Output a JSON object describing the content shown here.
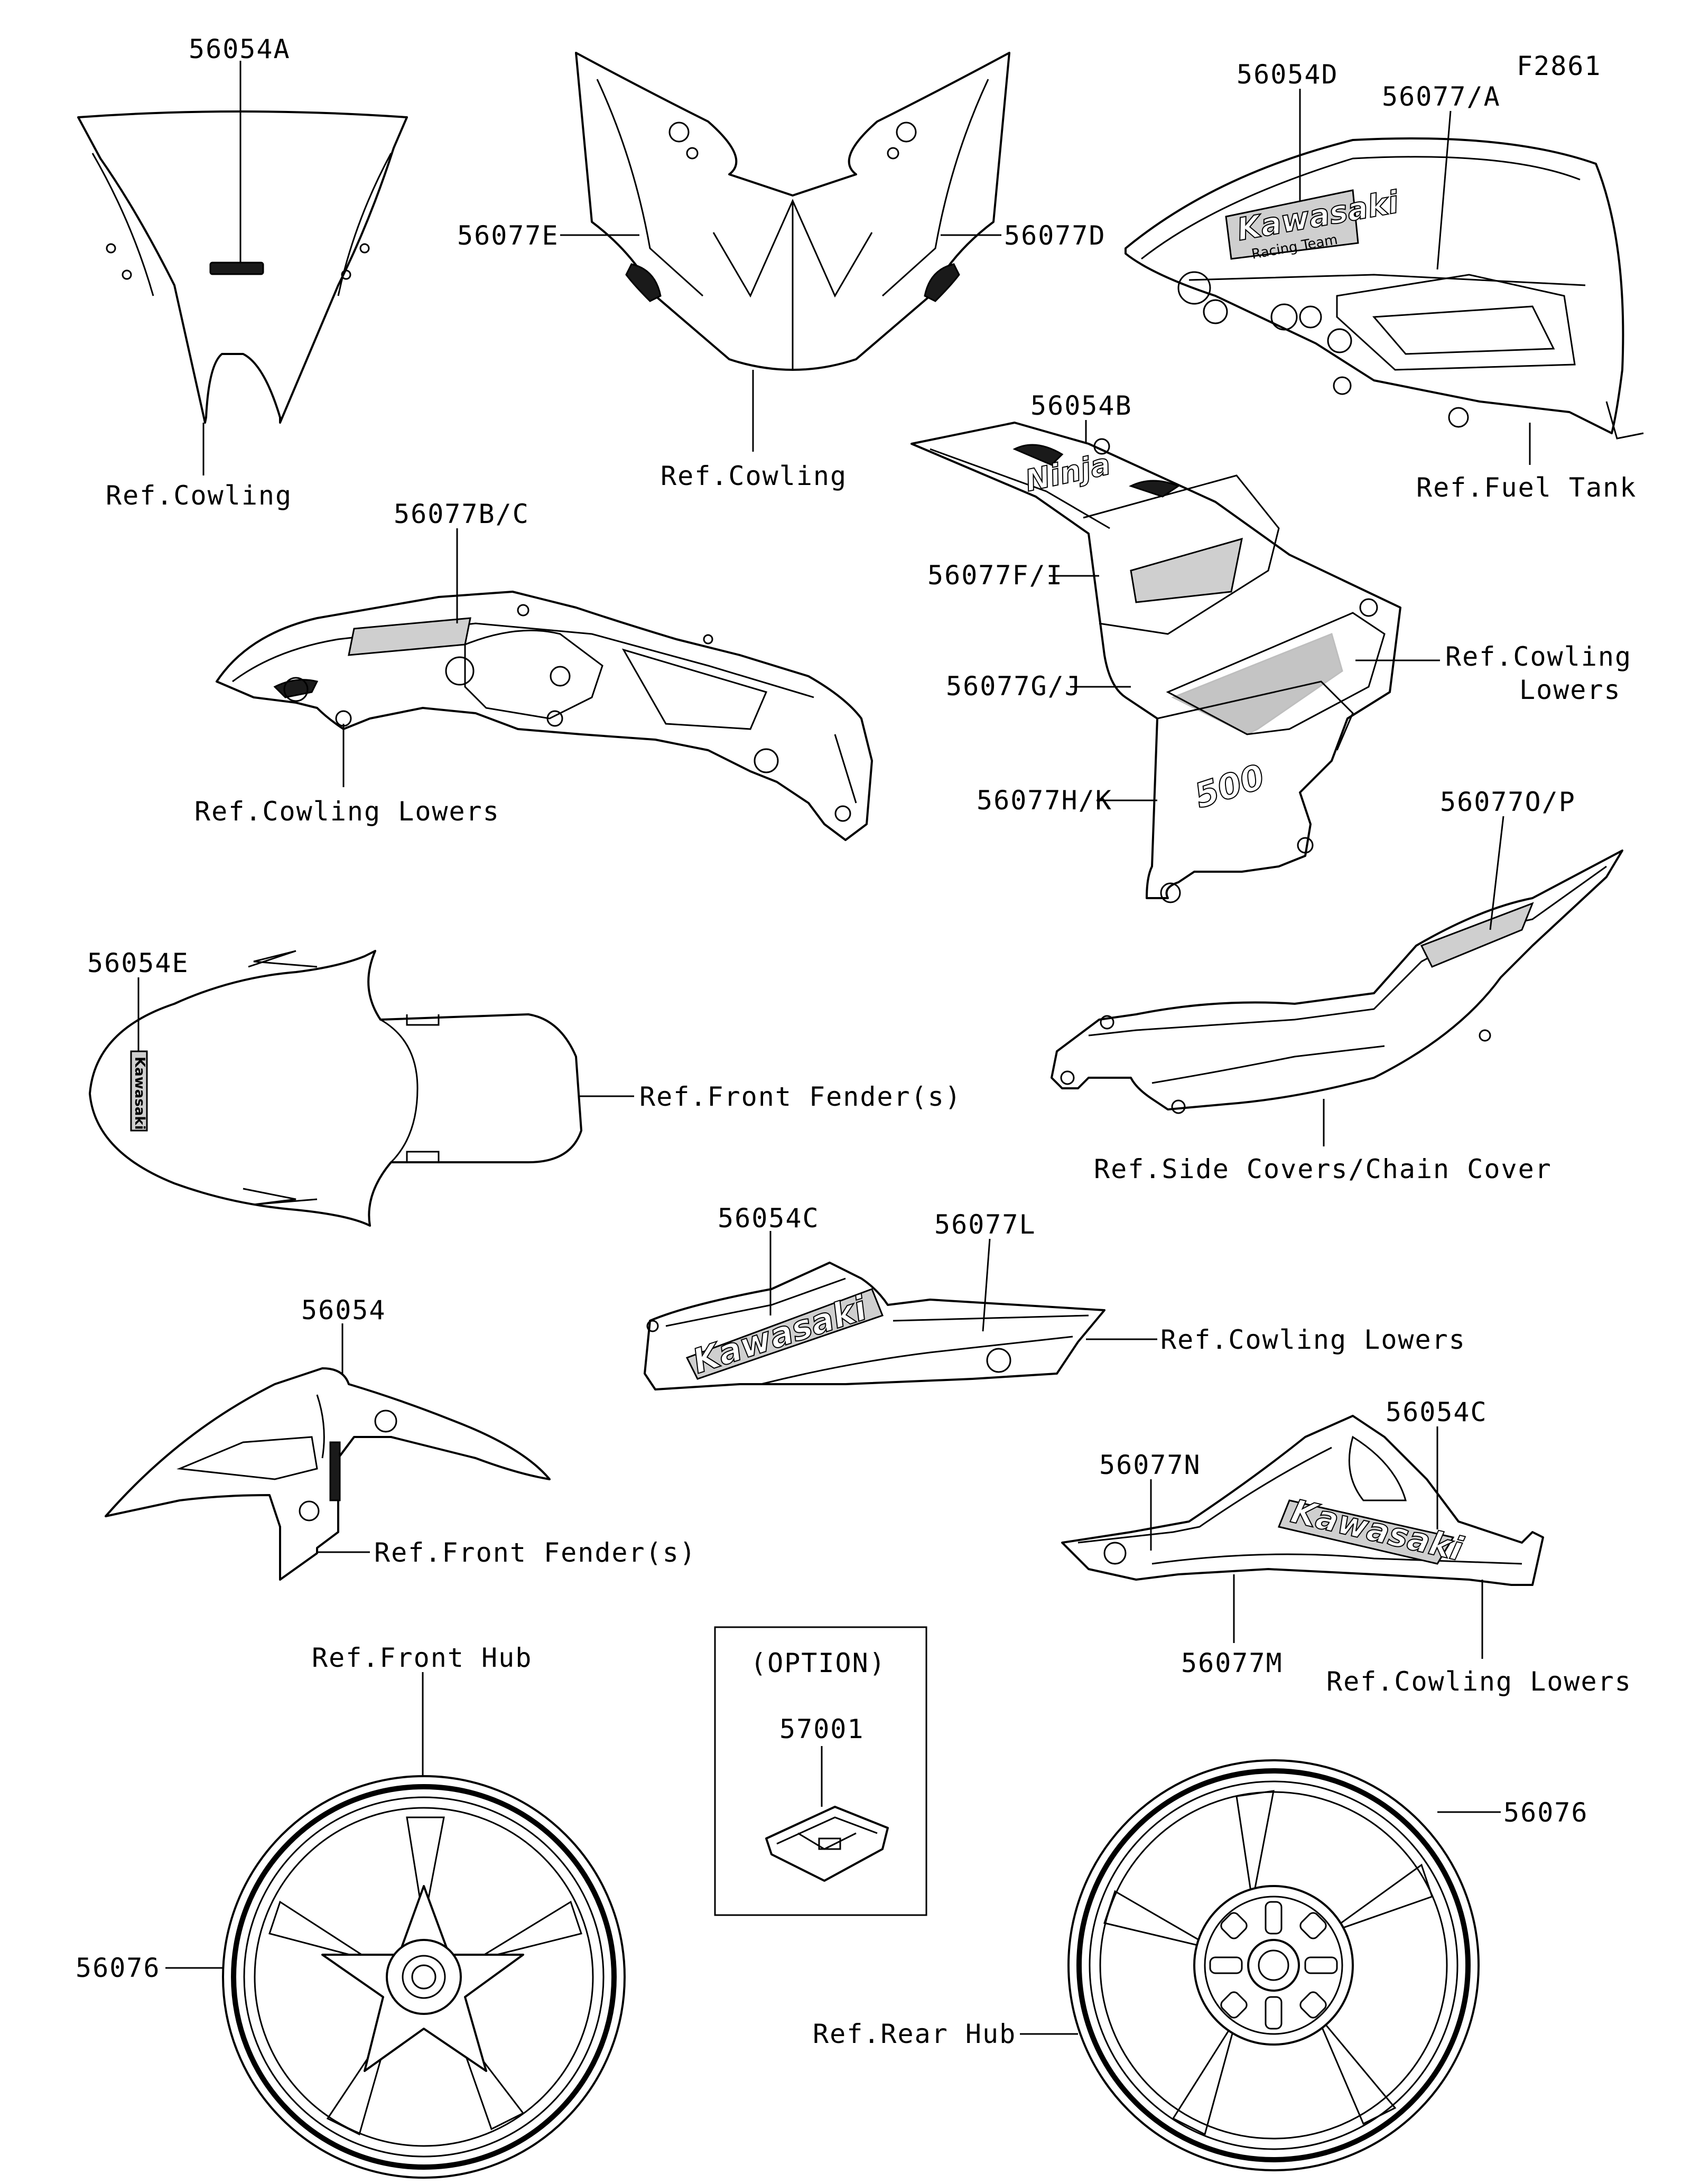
{
  "figure_code": "F2861",
  "labels": {
    "windshield_part": "56054A",
    "windshield_ref": "Ref.Cowling",
    "front_cowl_left": "56077E",
    "front_cowl_right": "56077D",
    "front_cowl_ref": "Ref.Cowling",
    "tank_part_a": "56054D",
    "tank_part_b": "56077/A",
    "tank_ref": "Ref.Fuel Tank",
    "side_fairing_part": "56054B",
    "side_fairing_f": "56077F/I",
    "side_fairing_g": "56077G/J",
    "side_fairing_h": "56077H/K",
    "side_fairing_ref_1": "Ref.Cowling",
    "side_fairing_ref_2": "Lowers",
    "inner_fairing_part": "56077B/C",
    "inner_fairing_ref": "Ref.Cowling Lowers",
    "tail_part": "56077O/P",
    "tail_ref": "Ref.Side Covers/Chain Cover",
    "fender_top_part": "56054E",
    "fender_top_ref": "Ref.Front Fender(s)",
    "belly_left_part_a": "56054C",
    "belly_left_part_b": "56077L",
    "belly_left_ref": "Ref.Cowling Lowers",
    "fender_side_part": "56054",
    "fender_side_ref": "Ref.Front Fender(s)",
    "belly_right_part_a": "56054C",
    "belly_right_part_n": "56077N",
    "belly_right_part_m": "56077M",
    "belly_right_ref": "Ref.Cowling Lowers",
    "front_wheel_ref": "Ref.Front Hub",
    "front_wheel_part": "56076",
    "option_title": "(OPTION)",
    "option_part": "57001",
    "rear_wheel_part": "56076",
    "rear_wheel_ref": "Ref.Rear Hub"
  },
  "decal_text": {
    "brand": "Kawasaki",
    "team": "Racing Team",
    "model_script": "Ninja",
    "model_number": "500"
  }
}
